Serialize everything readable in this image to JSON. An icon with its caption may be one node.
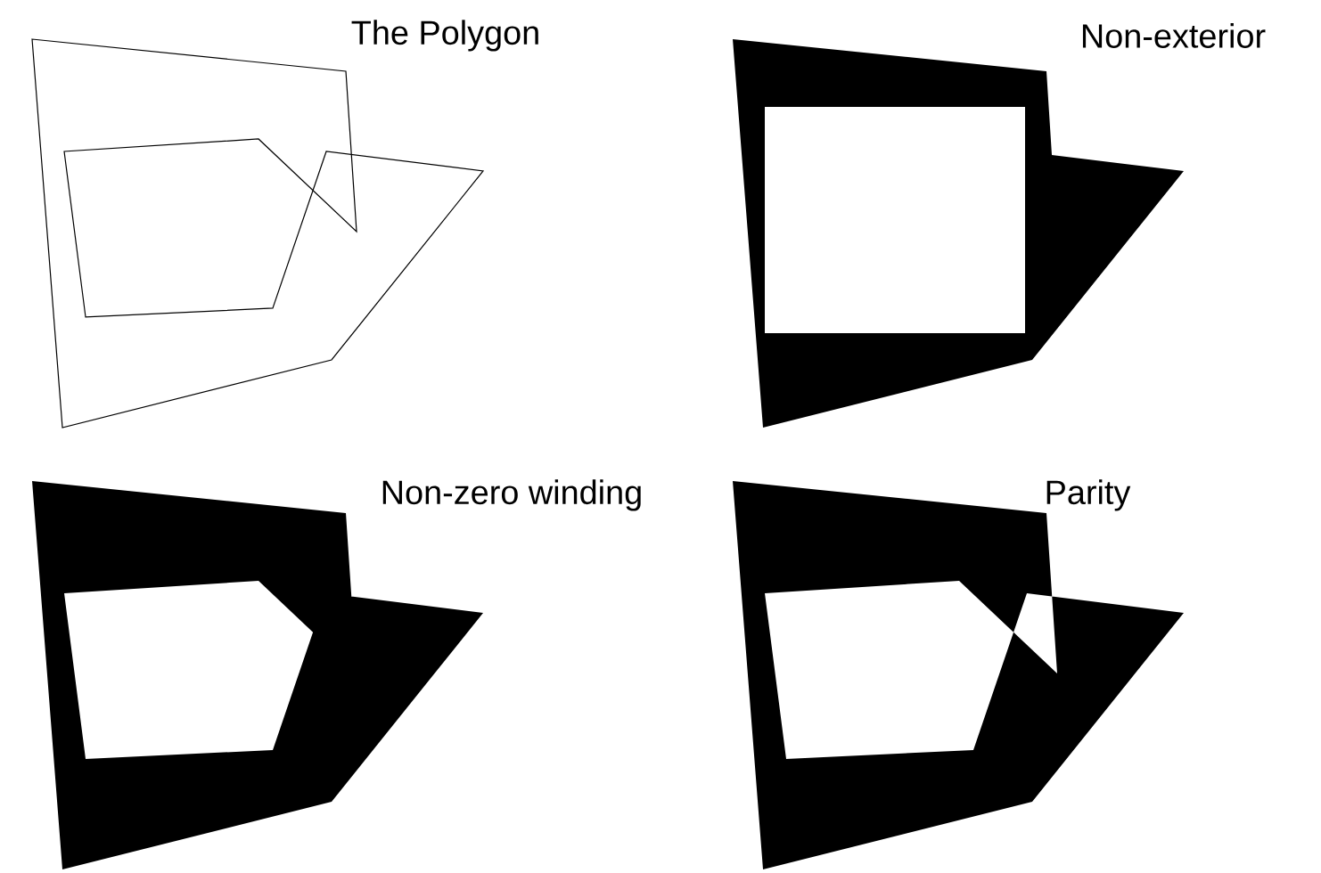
{
  "diagram": {
    "labels": [
      "The Polygon",
      "Non-exterior",
      "Non-zero winding",
      "Parity"
    ]
  }
}
